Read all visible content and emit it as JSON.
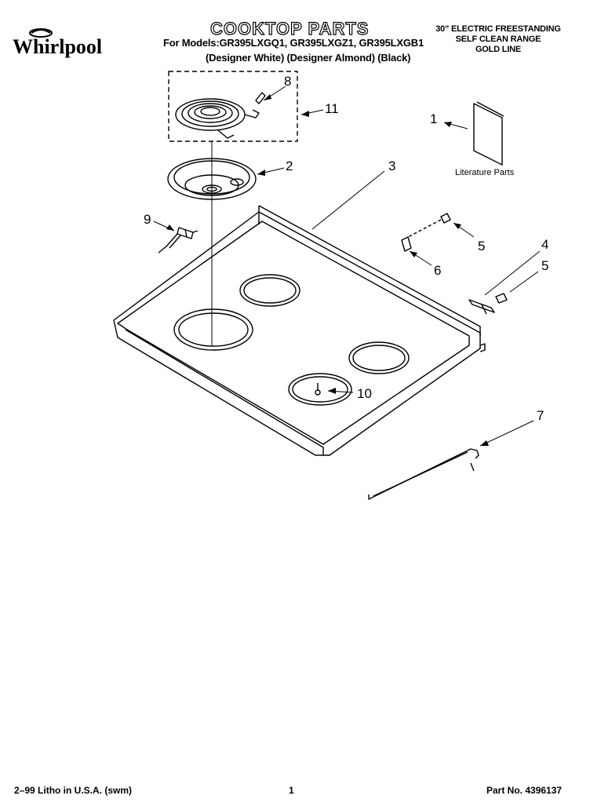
{
  "header": {
    "brand": "Whirlpool",
    "title": "COOKTOP PARTS",
    "models_line": "For Models:GR395LXGQ1, GR395LXGZ1, GR395LXGB1",
    "finishes_line": "(Designer White) (Designer Almond) (Black)",
    "spec_lines": [
      "30\" ELECTRIC FREESTANDING",
      "SELF CLEAN RANGE",
      "GOLD LINE"
    ]
  },
  "literature_label": "Literature Parts",
  "callouts": {
    "c1": "1",
    "c2": "2",
    "c3": "3",
    "c4": "4",
    "c5a": "5",
    "c5b": "5",
    "c6": "6",
    "c7": "7",
    "c8": "8",
    "c9": "9",
    "c10": "10",
    "c11": "11"
  },
  "footer": {
    "left": "2–99 Litho in U.S.A. (swm)",
    "page": "1",
    "part_no": "Part No. 4396137"
  }
}
